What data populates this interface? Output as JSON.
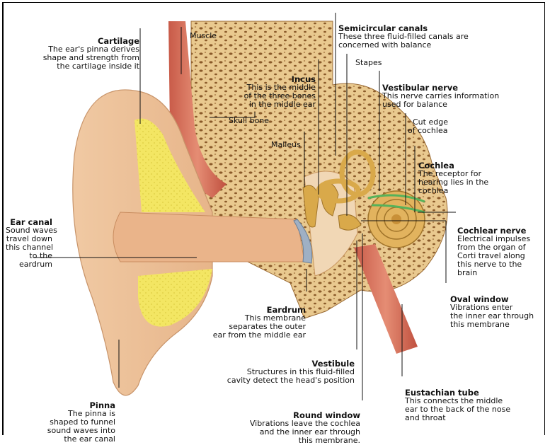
{
  "labels": {
    "cartilage": {
      "title": "Cartilage",
      "lines": [
        "The ear's pinna derives",
        "shape and strength from",
        "the cartilage inside it"
      ]
    },
    "muscle": {
      "title": "Muscle"
    },
    "semicircular": {
      "title": "Semicircular canals",
      "lines": [
        "These three fluid-filled canals are",
        "concerned with balance"
      ]
    },
    "stapes": {
      "title": "Stapes"
    },
    "incus": {
      "title": "Incus",
      "lines": [
        "This is the middle",
        "of the three bones",
        "in the middle ear"
      ]
    },
    "vestibular_nerve": {
      "title": "Vestibular nerve",
      "lines": [
        "This nerve carries information",
        "used for balance"
      ]
    },
    "skull_bone": {
      "title": "Skull bone"
    },
    "cut_edge": {
      "lines": [
        "Cut edge",
        "of cochlea"
      ]
    },
    "malleus": {
      "title": "Malleus"
    },
    "cochlea": {
      "title": "Cochlea",
      "lines": [
        "The receptor for",
        "hearing lies in the",
        "cochlea"
      ]
    },
    "ear_canal": {
      "title": "Ear canal",
      "lines": [
        "Sound waves",
        "travel down",
        "this channel",
        "to the",
        "eardrum"
      ]
    },
    "cochlear_nerve": {
      "title": "Cochlear nerve",
      "lines": [
        "Electrical impulses",
        "from the organ of",
        "Corti travel along",
        "this nerve to the",
        "brain"
      ]
    },
    "oval_window": {
      "title": "Oval window",
      "lines": [
        "Vibrations enter",
        "the inner ear through",
        "this membrane"
      ]
    },
    "eardrum": {
      "title": "Eardrum",
      "lines": [
        "This membrane",
        "separates the outer",
        "ear from the middle ear"
      ]
    },
    "vestibule": {
      "title": "Vestibule",
      "lines": [
        "Structures in this fluid-filled",
        "cavity detect the head's position"
      ]
    },
    "eustachian": {
      "title": "Eustachian tube",
      "lines": [
        "This connects the middle",
        "ear to the back of the nose",
        "and throat"
      ]
    },
    "pinna": {
      "title": "Pinna",
      "lines": [
        "The pinna is",
        "shaped to funnel",
        "sound waves into",
        "the ear canal"
      ]
    },
    "round_window": {
      "title": "Round window",
      "lines": [
        "Vibrations leave the cochlea",
        "and the inner ear through",
        "this membrane."
      ]
    }
  }
}
